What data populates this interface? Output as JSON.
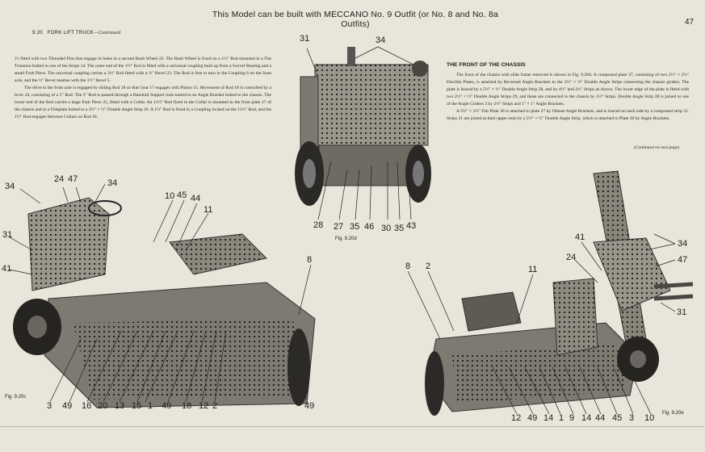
{
  "header": {
    "title": "This Model can be built with MECCANO No. 9 Outfit (or No. 8 and No. 8a Outfits)",
    "page_number": "47"
  },
  "section": {
    "number": "9.20",
    "title": "FORK LIFT TRUCK",
    "continued": "—Continued"
  },
  "left_text": [
    "21 fitted with two Threaded Pins that engage in holes in a second Bush Wheel 22. The Bush Wheel is fixed on a 1½\" Rod mounted in a Flat Trunnion bolted to one of the Strips 14. The outer end of the 1½\" Rod is fitted with a universal coupling built up from a Swivel Bearing and a small Fork Piece. The universal coupling carries a 3½\" Rod fitted with a ½\" Bevel 23. The Rod is free to turn in the Coupling 6 on the front axle, and the ½\" Bevel meshes with the 1½\" Bevel 5.",
    "The drive to the front axle is engaged by sliding Rod 18 so that Gear 17 engages with Pinion 15. Movement of Rod 18 is controlled by a lever 24, consisting of a 5\" Rod. The 5\" Rod is passed through a Handrail Support lock-nutted to an Angle Bracket bolted to the chassis. The lower end of the Rod carries a large Fork Piece 25, fitted with a Collar. An 11½\" Rod fixed in the Collar is mounted in the front plate 27 of the chassis and in a Fishplate bolted to a 3½\" × ½\" Double Angle Strip 26. A 1½\" Rod is fixed in a Coupling locked on the 11½\" Rod, and the 1½\" Rod engages between Collars on Rod 18."
  ],
  "right_section": {
    "heading": "THE FRONT OF THE CHASSIS",
    "paragraphs": [
      "The front of the chassis with slide frame removed is shown in Fig. 9.20d. A compound plate 27, consisting of two 2½\" × 2½\" Flexible Plates, is attached by Reversed Angle Brackets to the 3½\" × ½\" Double Angle Strips connecting the chassis girders. The plate is braced by a 5½\" × ½\" Double Angle Strip 28, and by 4½\" and 2½\" Strips as shown. The lower edge of the plate is fitted with two 2½\" × ½\" Double Angle Strips 29, and these are connected to the chassis by 1½\" Strips. Double Angle Strip 28 is joined to one of the Angle Girders 3 by 2½\" Strips and 1\" × 1\" Angle Brackets.",
      "A 5½\" × 3½\" Flat Plate 30 is attached to plate 27 by Obtuse Angle Brackets, and is braced on each side by a compound strip 31. Strips 31 are joined at their upper ends by a 5½\" × ½\" Double Angle Strip, which is attached to Plate 30 by Angle Brackets."
    ],
    "continued": "(Continued on next page)"
  },
  "figures": {
    "fig_c": {
      "caption": "Fig. 9.20c",
      "labels": {
        "l34a": "34",
        "l24": "24",
        "l47": "47",
        "l34b": "34",
        "l10": "10",
        "l45": "45",
        "l44": "44",
        "l11": "11",
        "l31": "31",
        "l41": "41",
        "l8": "8",
        "l3": "3",
        "l49a": "49",
        "l16": "16",
        "l20": "20",
        "l13": "13",
        "l15": "15",
        "l1": "1",
        "l49b": "49",
        "l18": "18",
        "l12": "12",
        "l2": "2",
        "l49c": "49"
      }
    },
    "fig_d": {
      "caption": "Fig. 9.20d",
      "labels": {
        "l31": "31",
        "l34": "34",
        "l28": "28",
        "l27": "27",
        "l35a": "35",
        "l46": "46",
        "l30": "30",
        "l35b": "35",
        "l43": "43"
      }
    },
    "fig_e": {
      "caption": "Fig. 9.20e",
      "labels": {
        "l8": "8",
        "l2": "2",
        "l11": "11",
        "l41": "41",
        "l24": "24",
        "l34": "34",
        "l47": "47",
        "l31": "31",
        "l12": "12",
        "l49": "49",
        "l14a": "14",
        "l1": "1",
        "l9": "9",
        "l14b": "14",
        "l44": "44",
        "l45": "45",
        "l3": "3",
        "l10": "10"
      }
    }
  }
}
